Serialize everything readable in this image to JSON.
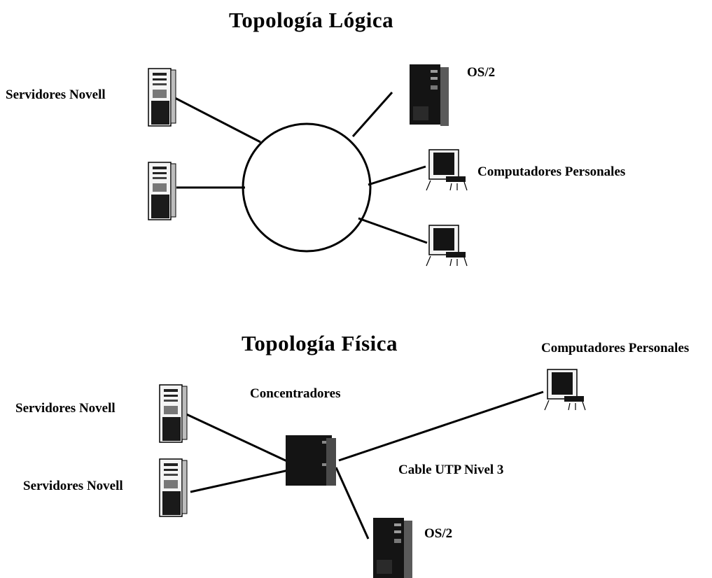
{
  "logical": {
    "title": "Topología  Lógica",
    "novell_label": "Servidores Novell",
    "os2_label": "OS/2",
    "pc_label": "Computadores Personales"
  },
  "physical": {
    "title": "Topología  Física",
    "pc_label": "Computadores Personales",
    "hub_label": "Concentradores",
    "novell_label_1": "Servidores Novell",
    "novell_label_2": "Servidores Novell",
    "cable_label": "Cable UTP Nivel 3",
    "os2_label": "OS/2"
  },
  "icons": [
    "server-icon",
    "tower-icon",
    "pc-icon",
    "hub-icon"
  ]
}
